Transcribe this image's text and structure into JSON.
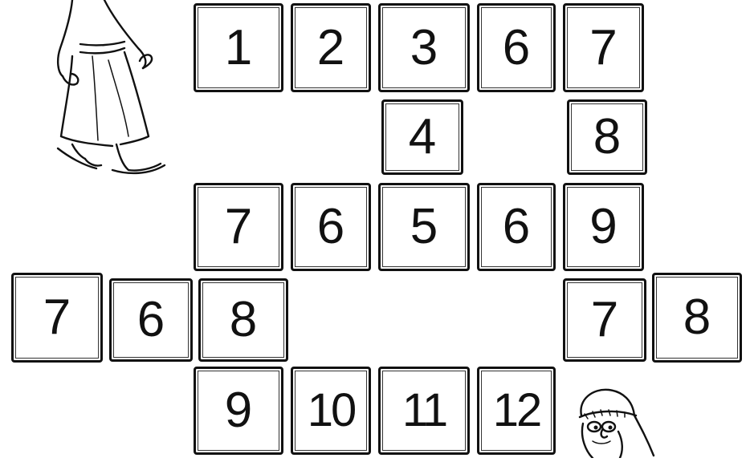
{
  "puzzle": {
    "tiles": [
      {
        "id": "r1c1",
        "label": "1"
      },
      {
        "id": "r1c2",
        "label": "2"
      },
      {
        "id": "r1c3",
        "label": "3"
      },
      {
        "id": "r1c4",
        "label": "6"
      },
      {
        "id": "r1c5",
        "label": "7"
      },
      {
        "id": "r2c3",
        "label": "4"
      },
      {
        "id": "r2c5",
        "label": "8"
      },
      {
        "id": "r3c1",
        "label": "7"
      },
      {
        "id": "r3c2",
        "label": "6"
      },
      {
        "id": "r3c3",
        "label": "5"
      },
      {
        "id": "r3c4",
        "label": "6"
      },
      {
        "id": "r3c5",
        "label": "9"
      },
      {
        "id": "r4c1",
        "label": "7"
      },
      {
        "id": "r4c2",
        "label": "6"
      },
      {
        "id": "r4c3",
        "label": "8"
      },
      {
        "id": "r4c4",
        "label": "7"
      },
      {
        "id": "r4c5",
        "label": "8"
      },
      {
        "id": "r5c1",
        "label": "9"
      },
      {
        "id": "r5c2",
        "label": "10"
      },
      {
        "id": "r5c3",
        "label": "11"
      },
      {
        "id": "r5c4",
        "label": "12"
      }
    ]
  },
  "figures": {
    "start": {
      "icon": "walking-robed-man-icon"
    },
    "goal": {
      "icon": "bearded-man-head-icon"
    }
  },
  "colors": {
    "ink": "#111111",
    "paper": "#ffffff"
  }
}
